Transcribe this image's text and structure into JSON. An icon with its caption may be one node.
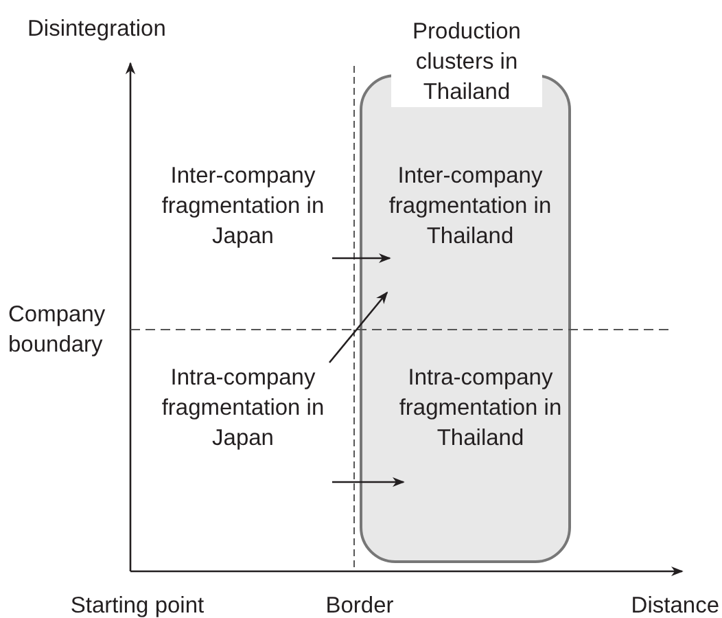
{
  "diagram": {
    "nodes": [
      {
        "text": [
          "Production clusters in Thailand"
        ]
      },
      {
        "text": [
          "Inter-company fragmentation in Japan"
        ]
      },
      {
        "text": [
          "Inter-company fragmentation in Thailand"
        ],
        "in": 0
      },
      {
        "text": [
          "Intra-company fragmentation in Japan"
        ]
      },
      {
        "text": [
          "Intra-company fragmentation in Thailand"
        ],
        "in": 0
      }
    ],
    "edges": [
      {
        "from": 1,
        "to": 2,
        "arrow": "to"
      },
      {
        "from": 3,
        "to": 2,
        "arrow": "to"
      },
      {
        "from": 3,
        "to": 4,
        "arrow": "to"
      }
    ],
    "labels": [
      "Disintegration",
      "Company boundary",
      "Starting point",
      "Border",
      "Distance"
    ]
  }
}
